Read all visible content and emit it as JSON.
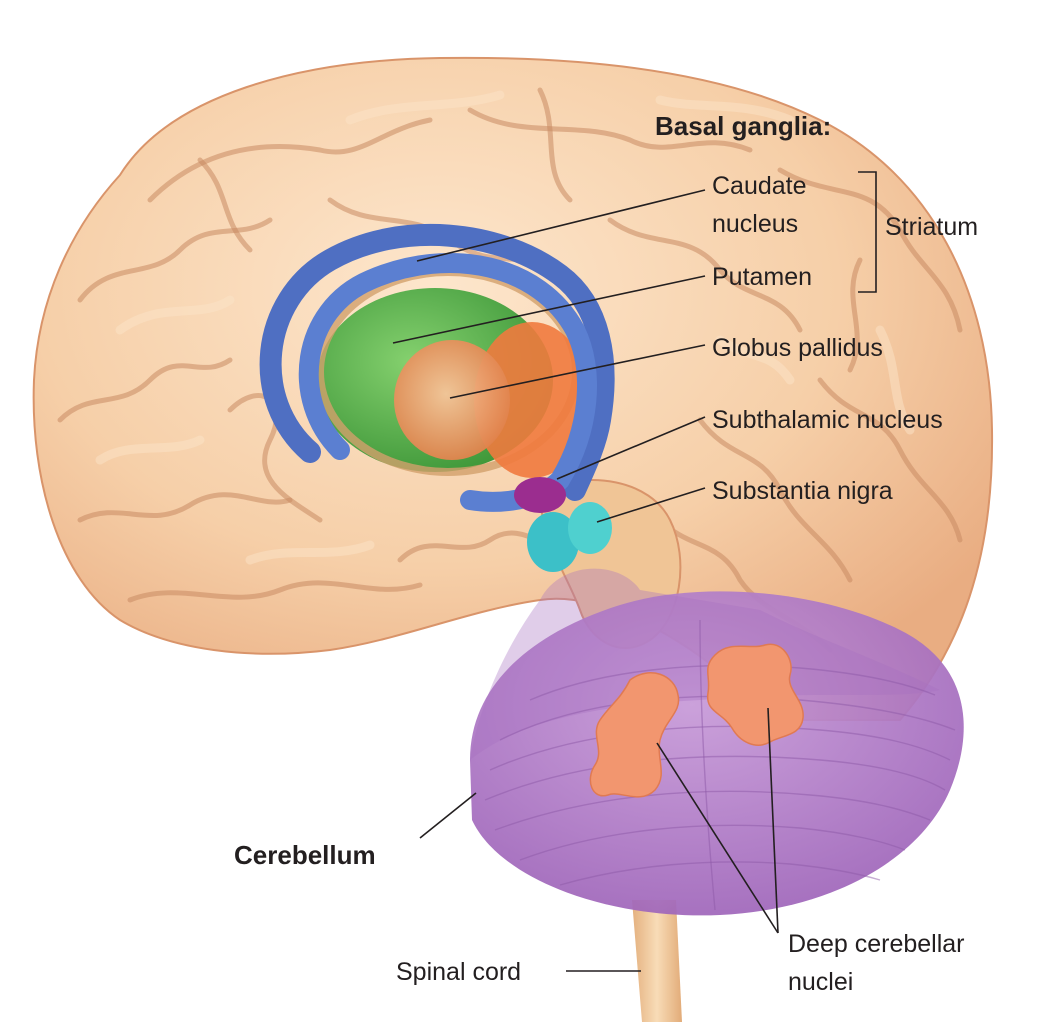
{
  "title": "Basal ganglia:",
  "labels": {
    "caudate_line1": "Caudate",
    "caudate_line2": "nucleus",
    "striatum": "Striatum",
    "putamen": "Putamen",
    "globus_pallidus": "Globus pallidus",
    "subthalamic_nucleus": "Subthalamic nucleus",
    "substantia_nigra": "Substantia nigra",
    "cerebellum": "Cerebellum",
    "deep_line1": "Deep cerebellar",
    "deep_line2": "nuclei",
    "spinal_cord": "Spinal cord"
  },
  "colors": {
    "cortex": "#f4c9a2",
    "caudate": "#5b7fd1",
    "putamen": "#3fa23c",
    "globus_pallidus": "#f07a3e",
    "subthalamic": "#9b2d8f",
    "substantia_nigra": "#3cc0c8",
    "cerebellum": "#a66fc0",
    "deep_nuclei": "#f2966f",
    "spinal_cord": "#f3cfa4"
  }
}
